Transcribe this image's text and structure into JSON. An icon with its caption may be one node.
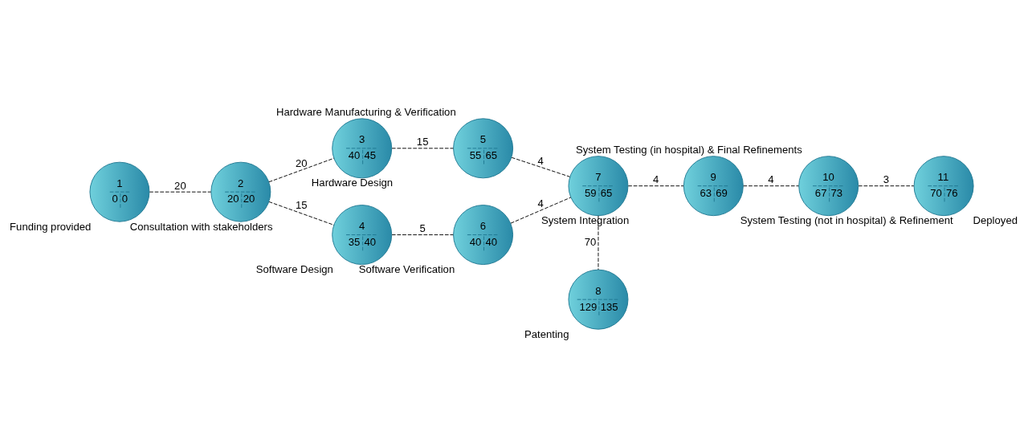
{
  "diagram": {
    "nodes": [
      {
        "text": [
          "1",
          "0",
          "0"
        ],
        "beside": [
          "Funding provided"
        ]
      },
      {
        "text": [
          "2",
          "20",
          "20"
        ],
        "beside": [
          "Consultation with stakeholders"
        ]
      },
      {
        "text": [
          "3",
          "40",
          "45"
        ],
        "beside": [
          "Hardware Design"
        ]
      },
      {
        "text": [
          "4",
          "35",
          "40"
        ],
        "beside": [
          "Software Design"
        ]
      },
      {
        "text": [
          "5",
          "55",
          "65"
        ],
        "beside": [
          "Hardware Manufacturing & Verification"
        ]
      },
      {
        "text": [
          "6",
          "40",
          "40"
        ],
        "beside": [
          "Software Verification"
        ]
      },
      {
        "text": [
          "7",
          "59",
          "65"
        ],
        "beside": [
          "System Integration"
        ]
      },
      {
        "text": [
          "8",
          "129",
          "135"
        ],
        "beside": [
          "Patenting"
        ]
      },
      {
        "text": [
          "9",
          "63",
          "69"
        ],
        "beside": [
          "System Testing (not in hospital) & Refinement"
        ]
      },
      {
        "text": [
          "10",
          "67",
          "73"
        ],
        "beside": [
          "System Testing (in hospital) & Final Refinements"
        ]
      },
      {
        "text": [
          "11",
          "70",
          "76"
        ],
        "beside": [
          "Deployed"
        ]
      }
    ],
    "edges": [
      {
        "from": 0,
        "to": 1,
        "arrow": "none",
        "label": "20",
        "style": "dashed"
      },
      {
        "from": 1,
        "to": 2,
        "arrow": "none",
        "label": "20",
        "style": "dashed"
      },
      {
        "from": 1,
        "to": 3,
        "arrow": "none",
        "label": "15",
        "style": "dashed"
      },
      {
        "from": 2,
        "to": 4,
        "arrow": "none",
        "label": "15",
        "style": "dashed"
      },
      {
        "from": 3,
        "to": 5,
        "arrow": "none",
        "label": "5",
        "style": "dashed"
      },
      {
        "from": 4,
        "to": 6,
        "arrow": "none",
        "label": "4",
        "style": "dashed"
      },
      {
        "from": 5,
        "to": 6,
        "arrow": "none",
        "label": "4",
        "style": "dashed"
      },
      {
        "from": 6,
        "to": 7,
        "arrow": "none",
        "label": "70",
        "style": "dashed"
      },
      {
        "from": 6,
        "to": 8,
        "arrow": "none",
        "label": "4",
        "style": "dashed"
      },
      {
        "from": 8,
        "to": 9,
        "arrow": "none",
        "label": "4",
        "style": "dashed"
      },
      {
        "from": 9,
        "to": 10,
        "arrow": "none",
        "label": "3",
        "style": "dashed"
      }
    ]
  }
}
